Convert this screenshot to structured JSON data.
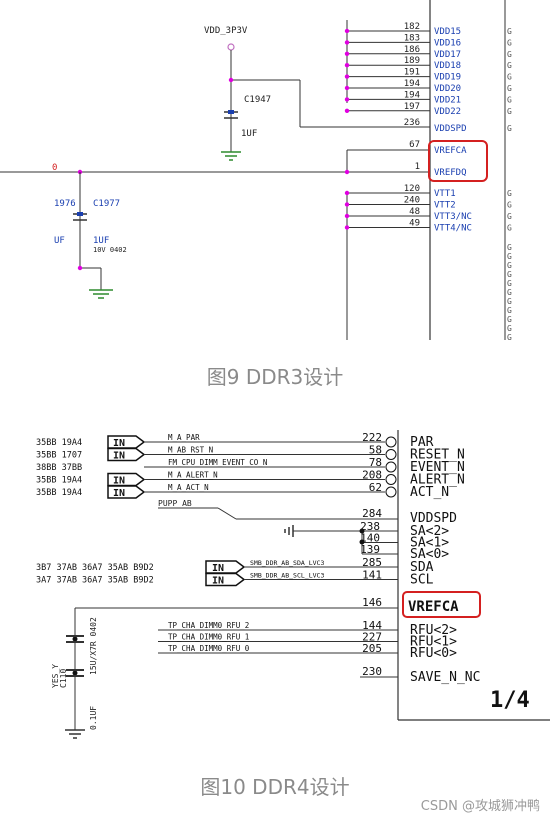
{
  "fig1": {
    "caption": "图9 DDR3设计",
    "vdd_net": "VDD_3P3V",
    "cap_ref": "C1947",
    "cap_val": "1UF",
    "left_net": "0",
    "left_ref_a": "1976",
    "left_ref_b": "C1977",
    "left_val_a": "UF",
    "left_val_b": "1UF",
    "left_spec": "10V 0402",
    "vdd_pins": [
      {
        "num": "182",
        "name": "VDD15"
      },
      {
        "num": "183",
        "name": "VDD16"
      },
      {
        "num": "186",
        "name": "VDD17"
      },
      {
        "num": "189",
        "name": "VDD18"
      },
      {
        "num": "191",
        "name": "VDD19"
      },
      {
        "num": "194",
        "name": "VDD20"
      },
      {
        "num": "194",
        "name": "VDD21"
      },
      {
        "num": "197",
        "name": "VDD22"
      }
    ],
    "vddspd": {
      "num": "236",
      "name": "VDDSPD"
    },
    "vrefca": {
      "num": "67",
      "name": "VREFCA"
    },
    "vrefdq": {
      "num": "1",
      "name": "VREFDQ"
    },
    "vtt_pins": [
      {
        "num": "120",
        "name": "VTT1"
      },
      {
        "num": "240",
        "name": "VTT2"
      },
      {
        "num": "48",
        "name": "VTT3/NC"
      },
      {
        "num": "49",
        "name": "VTT4/NC"
      }
    ],
    "g_char": "G"
  },
  "fig2": {
    "caption": "图10 DDR4设计",
    "page_num": "1/4",
    "in_label": "IN",
    "pin_rows": [
      {
        "pre": "35BB 19A4",
        "num": "222",
        "name": "PAR",
        "net": "M_A_PAR",
        "in": true
      },
      {
        "pre": "35BB 1707",
        "num": "58",
        "name": "RESET_N",
        "net": "M_AB_RST_N",
        "in": true
      },
      {
        "pre": "38BB 37BB",
        "num": "78",
        "name": "EVENT_N",
        "net": "FM_CPU_DIMM_EVENT_CO_N",
        "in": false
      },
      {
        "pre": "35BB 19A4",
        "num": "208",
        "name": "ALERT_N",
        "net": "M_A_ALERT_N",
        "in": true
      },
      {
        "pre": "35BB 19A4",
        "num": "62",
        "name": "ACT_N",
        "net": "M_A_ACT_N",
        "in": true
      }
    ],
    "pupp_net": "PUPP_AB",
    "vddspd": {
      "num": "284",
      "name": "VDDSPD"
    },
    "sa_pins": [
      {
        "num": "238",
        "name": "SA<2>"
      },
      {
        "num": "140",
        "name": "SA<1>"
      },
      {
        "num": "139",
        "name": "SA<0>"
      }
    ],
    "smb_rows": [
      {
        "pre": "3B7 37AB 36A7 35AB B9D2",
        "net": "SMB_DDR_AB_SDA_LVC3",
        "num": "285",
        "name": "SDA"
      },
      {
        "pre": "3A7 37AB 36A7 35AB B9D2",
        "net": "SMB_DDR_AB_SCL_LVC3",
        "num": "141",
        "name": "SCL"
      }
    ],
    "vrefca": {
      "num": "146",
      "name": "VREFCA"
    },
    "rfu_rows": [
      {
        "net": "TP_CHA_DIMM0_RFU_2",
        "num": "144",
        "name": "RFU<2>"
      },
      {
        "net": "TP_CHA_DIMM0_RFU_1",
        "num": "227",
        "name": "RFU<1>"
      },
      {
        "net": "TP_CHA_DIMM0_RFU_0",
        "num": "205",
        "name": "RFU<0>"
      }
    ],
    "save": {
      "num": "230",
      "name": "SAVE_N_NC"
    },
    "cap_ref_a": "YES_Y",
    "cap_ref_b": "C110",
    "cap_spec": "15U/X7R 0402",
    "cap_val": "0.1UF"
  },
  "watermark": "CSDN @攻城狮冲鸭",
  "colors": {
    "pin": "#e000e0",
    "text_blue": "#1a3fb0",
    "highlight": "#d42020",
    "ground": "#2e8b2e",
    "line": "#333333"
  }
}
